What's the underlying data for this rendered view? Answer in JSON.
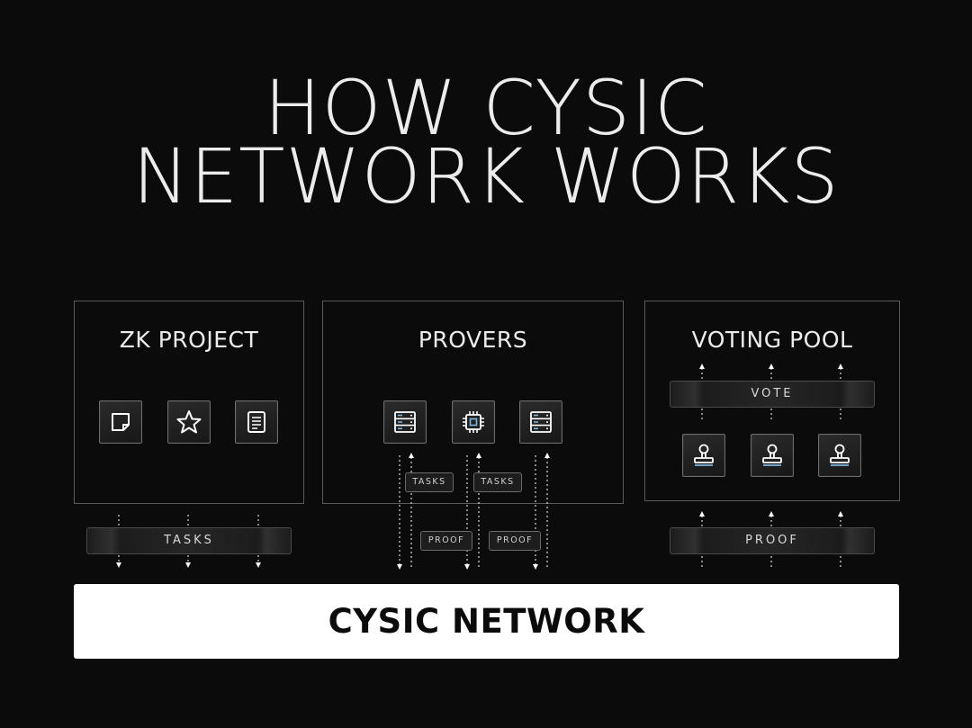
{
  "title": {
    "line1": "HOW CYSIC",
    "line2": "NETWORK WORKS"
  },
  "panels": {
    "zk_project": {
      "title": "ZK PROJECT",
      "icons": [
        "sticky-note-icon",
        "star-icon",
        "document-icon"
      ]
    },
    "provers": {
      "title": "PROVERS",
      "icons": [
        "server-icon",
        "chip-icon",
        "server-icon"
      ],
      "task_labels": [
        "TASKS",
        "TASKS"
      ],
      "proof_labels": [
        "PROOF",
        "PROOF"
      ]
    },
    "voting_pool": {
      "title": "VOTING POOL",
      "vote_label": "VOTE",
      "icons": [
        "stamp-icon",
        "stamp-icon",
        "stamp-icon"
      ]
    }
  },
  "bars": {
    "tasks": "TASKS",
    "proof": "PROOF"
  },
  "network": {
    "label": "CYSIC NETWORK"
  },
  "colors": {
    "background": "#0b0b0b",
    "text": "#ececec",
    "network_bg": "#ffffff",
    "network_text": "#0b0b0b",
    "icon_accent": "#7fb6e0"
  }
}
